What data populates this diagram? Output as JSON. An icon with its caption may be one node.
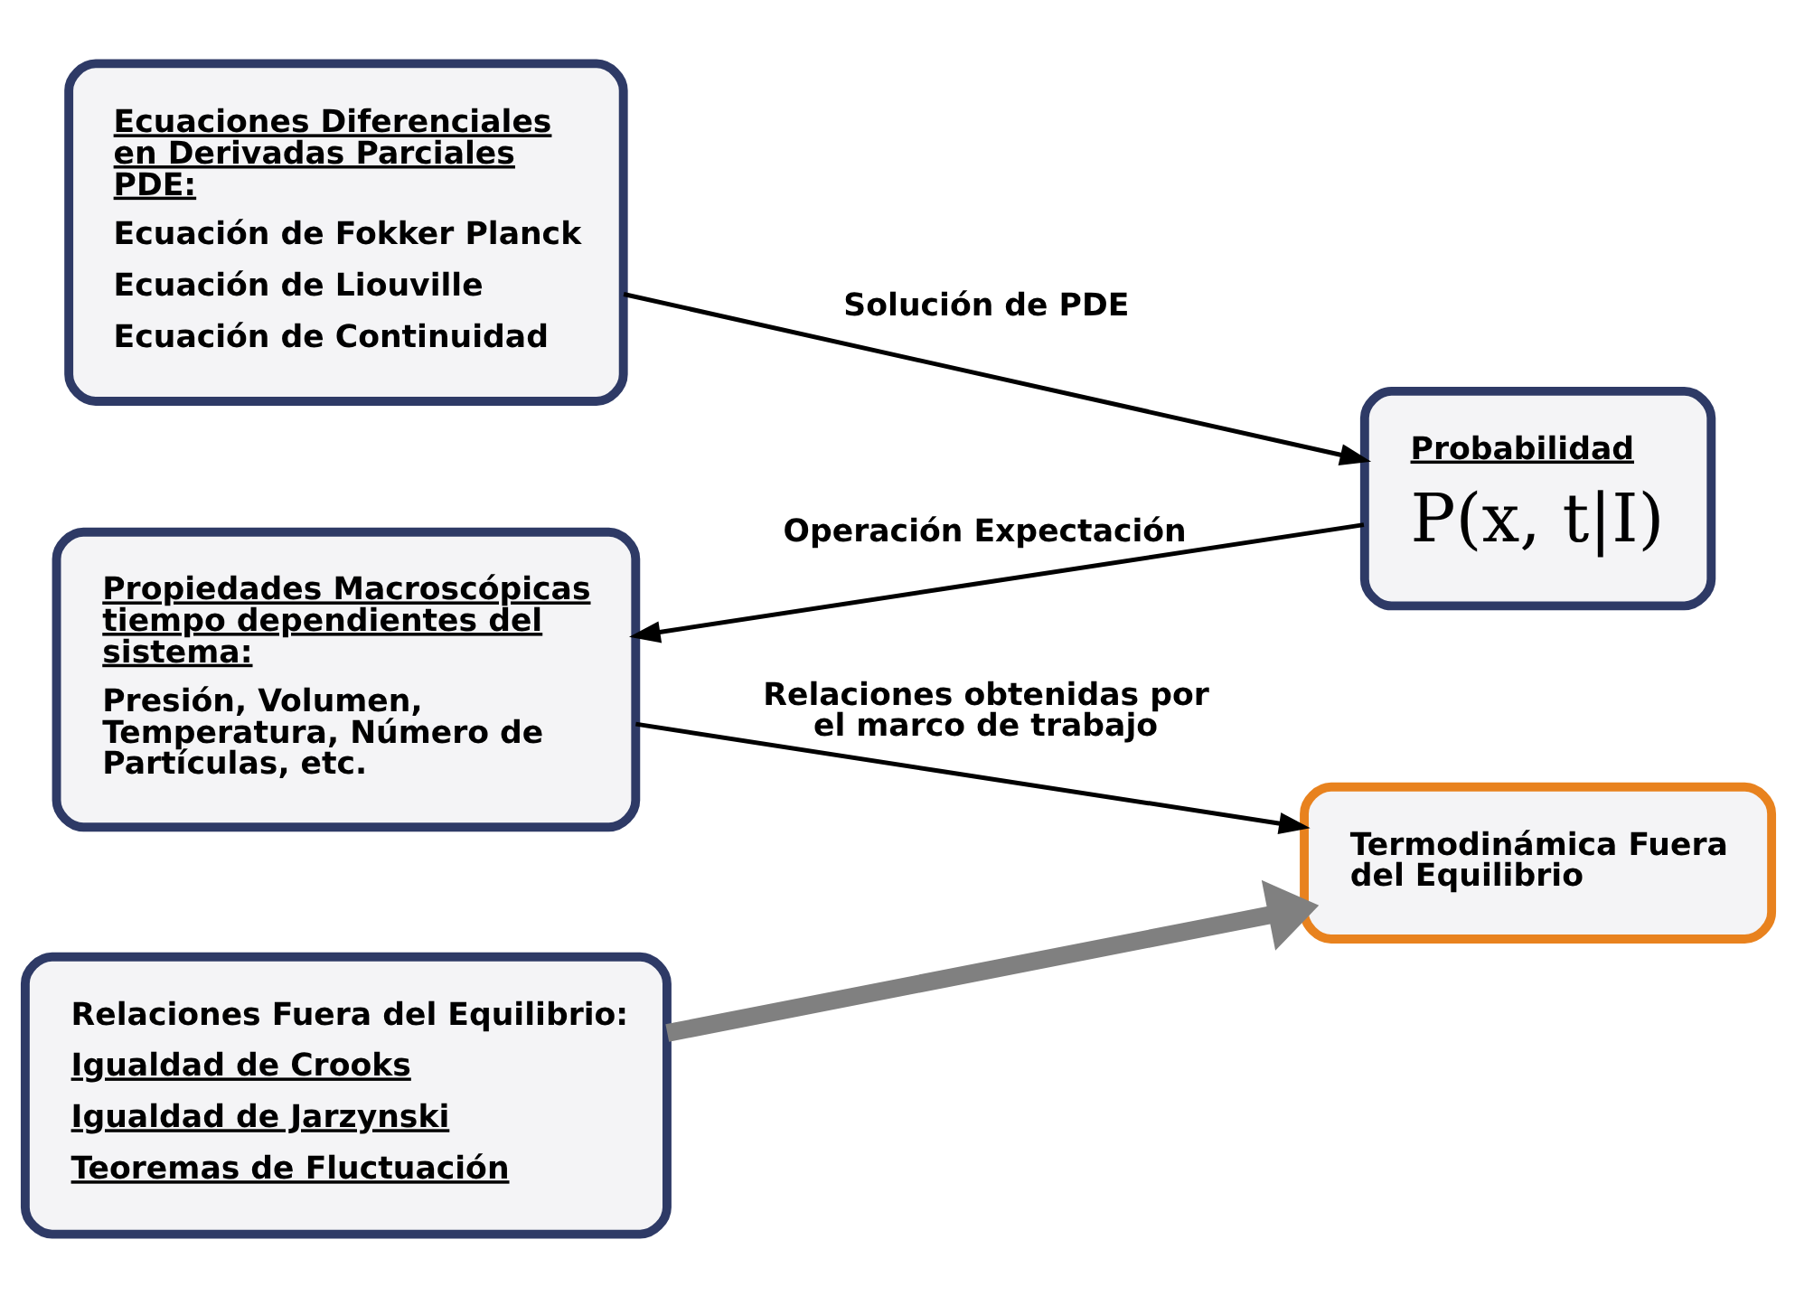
{
  "diagram": {
    "nodes": [
      {
        "text": [
          "Ecuaciones Diferenciales en Derivadas Parciales PDE:",
          "Ecuación de Fokker Planck",
          "Ecuación de Liouville",
          "Ecuación de Continuidad"
        ]
      },
      {
        "text": [
          "Probabilidad",
          "P(x, t|I)"
        ]
      },
      {
        "text": [
          "Propiedades Macroscópicas tiempo dependientes del sistema:",
          "Presión, Volumen, Temperatura, Número de Partículas, etc."
        ]
      },
      {
        "text": [
          "Termodinámica Fuera del Equilibrio"
        ]
      },
      {
        "text": [
          "Relaciones Fuera del Equilibrio:",
          "Igualdad de Crooks",
          "Igualdad de Jarzynski",
          "Teoremas de Fluctuación"
        ]
      }
    ],
    "edges": [
      {
        "from": 0,
        "to": 1,
        "arrow": "to",
        "label": "Solución de PDE"
      },
      {
        "from": 1,
        "to": 2,
        "arrow": "to",
        "label": "Operación Expectación"
      },
      {
        "from": 2,
        "to": 3,
        "arrow": "to",
        "label": "Relaciones obtenidas por el marco de trabajo"
      },
      {
        "from": 4,
        "to": 3,
        "arrow": "to",
        "style": "thick",
        "color": "#808080"
      }
    ]
  }
}
